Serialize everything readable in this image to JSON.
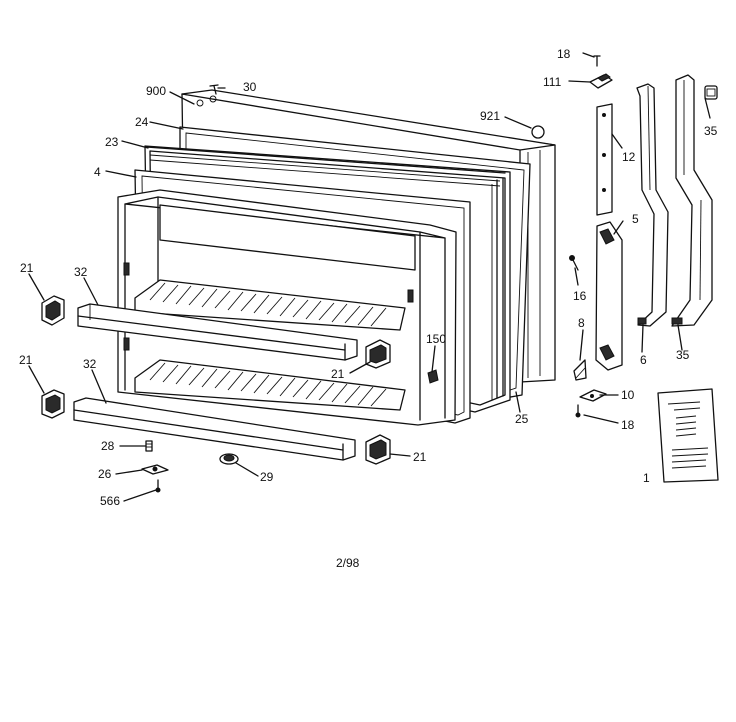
{
  "diagram": {
    "callouts": [
      {
        "id": "c18a",
        "text": "18"
      },
      {
        "id": "c111",
        "text": "111"
      },
      {
        "id": "c900",
        "text": "900"
      },
      {
        "id": "c30",
        "text": "30"
      },
      {
        "id": "c921",
        "text": "921"
      },
      {
        "id": "c24",
        "text": "24"
      },
      {
        "id": "c35a",
        "text": "35"
      },
      {
        "id": "c23",
        "text": "23"
      },
      {
        "id": "c12",
        "text": "12"
      },
      {
        "id": "c4",
        "text": "4"
      },
      {
        "id": "c5",
        "text": "5"
      },
      {
        "id": "c21a",
        "text": "21"
      },
      {
        "id": "c32a",
        "text": "32"
      },
      {
        "id": "c16",
        "text": "16"
      },
      {
        "id": "c8",
        "text": "8"
      },
      {
        "id": "c150",
        "text": "150"
      },
      {
        "id": "c21b",
        "text": "21"
      },
      {
        "id": "c6",
        "text": "6"
      },
      {
        "id": "c35b",
        "text": "35"
      },
      {
        "id": "c21c",
        "text": "21"
      },
      {
        "id": "c32b",
        "text": "32"
      },
      {
        "id": "c10",
        "text": "10"
      },
      {
        "id": "c25",
        "text": "25"
      },
      {
        "id": "c18b",
        "text": "18"
      },
      {
        "id": "c28",
        "text": "28"
      },
      {
        "id": "c21d",
        "text": "21"
      },
      {
        "id": "c1",
        "text": "1"
      },
      {
        "id": "c26",
        "text": "26"
      },
      {
        "id": "c29",
        "text": "29"
      },
      {
        "id": "c566",
        "text": "566"
      }
    ],
    "date_code": "2/98"
  }
}
